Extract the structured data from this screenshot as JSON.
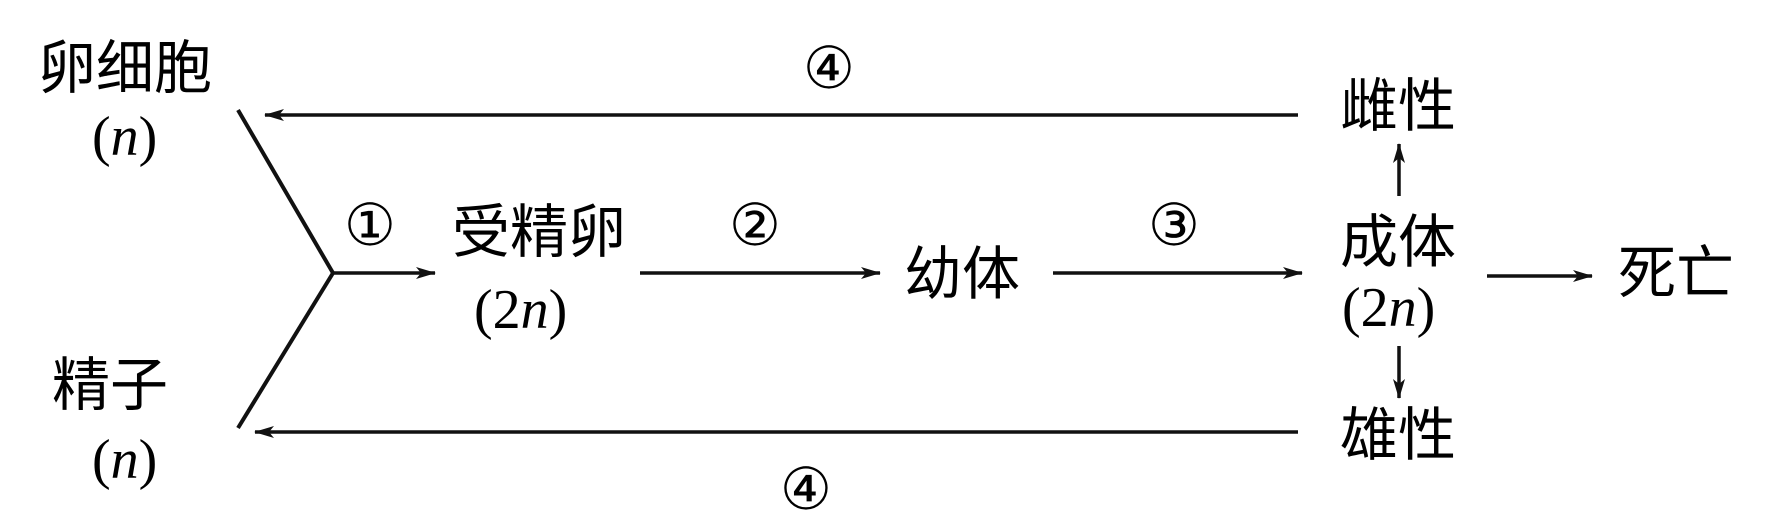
{
  "nodes": {
    "egg_cell": {
      "label": "卵细胞",
      "ploidy_prefix": "(",
      "ploidy_var": "n",
      "ploidy_suffix": ")"
    },
    "sperm": {
      "label": "精子",
      "ploidy_prefix": "(",
      "ploidy_var": "n",
      "ploidy_suffix": ")"
    },
    "zygote": {
      "label": "受精卵",
      "ploidy_prefix": "(2",
      "ploidy_var": "n",
      "ploidy_suffix": ")"
    },
    "juvenile": {
      "label": "幼体"
    },
    "adult": {
      "label": "成体",
      "ploidy_prefix": "(2",
      "ploidy_var": "n",
      "ploidy_suffix": ")"
    },
    "female": {
      "label": "雌性"
    },
    "male": {
      "label": "雄性"
    },
    "death": {
      "label": "死亡"
    }
  },
  "steps": {
    "fertilization": "①",
    "development": "②",
    "growth": "③",
    "gamete_female": "④",
    "gamete_male": "④"
  },
  "colors": {
    "ink": "#111111",
    "background": "#ffffff"
  }
}
